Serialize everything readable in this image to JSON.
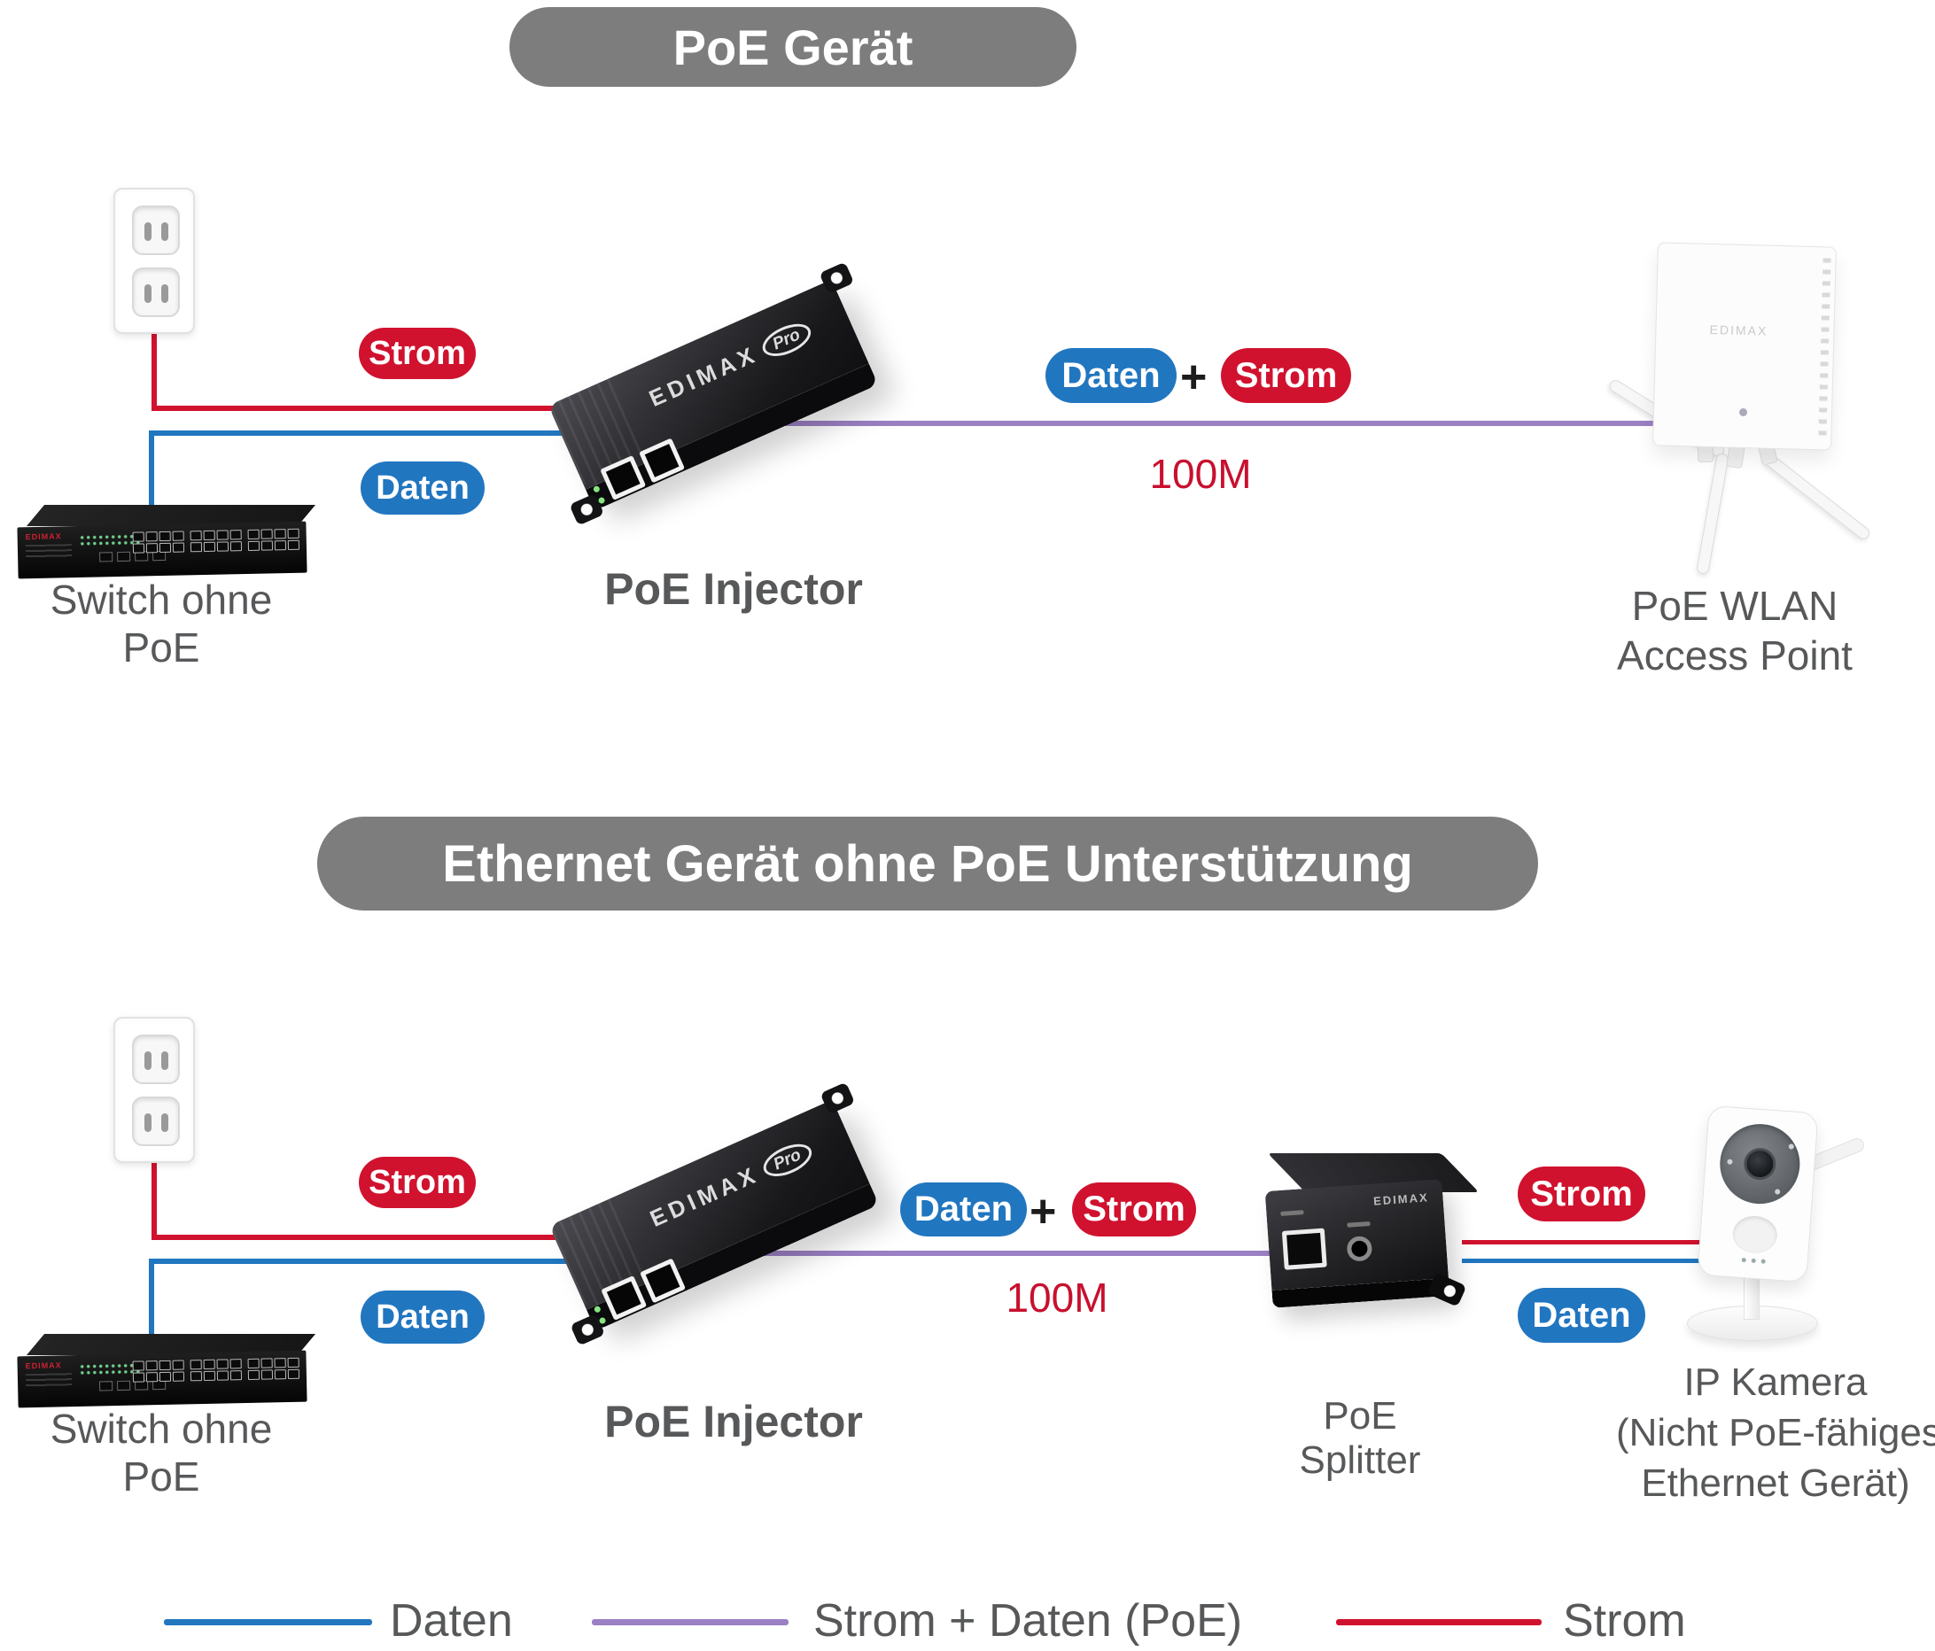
{
  "colors": {
    "red": "#d0122f",
    "blue": "#2176c0",
    "purple": "#9b80c4",
    "title_gray": "#7d7d7d",
    "label_gray": "#57585a",
    "plus_black": "#1c1c1c"
  },
  "brand": {
    "name": "EDIMAX",
    "pro": "Pro"
  },
  "section1": {
    "title": "PoE Gerät",
    "strom_pill": "Strom",
    "daten_pill": "Daten",
    "switch_label": "Switch ohne PoE",
    "injector_label": "PoE Injector",
    "link": {
      "daten": "Daten",
      "plus": "+",
      "strom": "Strom",
      "distance": "100M"
    },
    "ap_label_line1": "PoE WLAN",
    "ap_label_line2": "Access Point"
  },
  "section2": {
    "title": "Ethernet Gerät ohne PoE Unterstützung",
    "strom_pill": "Strom",
    "daten_pill": "Daten",
    "switch_label": "Switch ohne PoE",
    "injector_label": "PoE Injector",
    "link": {
      "daten": "Daten",
      "plus": "+",
      "strom": "Strom",
      "distance": "100M"
    },
    "splitter_label": "PoE Splitter",
    "out_strom_pill": "Strom",
    "out_daten_pill": "Daten",
    "camera_label_line1": "IP Kamera",
    "camera_label_line2": "(Nicht PoE-fähiges",
    "camera_label_line3": "Ethernet Gerät)"
  },
  "legend": {
    "daten": "Daten",
    "poe": "Strom + Daten (PoE)",
    "strom": "Strom"
  }
}
